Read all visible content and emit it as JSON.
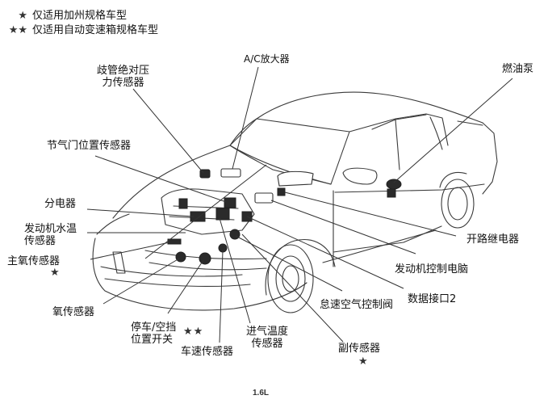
{
  "legend": [
    {
      "marker": "★",
      "text": "仅适用加州规格车型"
    },
    {
      "marker": "★★",
      "text": "仅适用自动变速箱规格车型"
    }
  ],
  "labels": {
    "map_sensor_line1": "歧管绝对压",
    "map_sensor_line2": "力传感器",
    "ac_amplifier": "A/C放大器",
    "fuel_pump": "燃油泵",
    "throttle_position_sensor": "节气门位置传感器",
    "distributor": "分电器",
    "coolant_temp_line1": "发动机水温",
    "coolant_temp_line2": "传感器",
    "main_oxygen_sensor": "主氧传感器",
    "main_oxygen_sensor_mark": "★",
    "oxygen_sensor": "氧传感器",
    "park_neutral_line1": "停车/空挡",
    "park_neutral_line2": "位置开关",
    "park_neutral_mark": "★★",
    "vehicle_speed_sensor": "车速传感器",
    "intake_air_temp_line1": "进气温度",
    "intake_air_temp_line2": "传感器",
    "idle_air_control_valve": "怠速空气控制阀",
    "sub_oxygen_sensor": "副传感器",
    "sub_oxygen_sensor_mark": "★",
    "data_link_connector": "数据接口2",
    "engine_ecu": "发动机控制电脑",
    "circuit_opening_relay": "开路继电器"
  },
  "engine_tag": "1.6L"
}
